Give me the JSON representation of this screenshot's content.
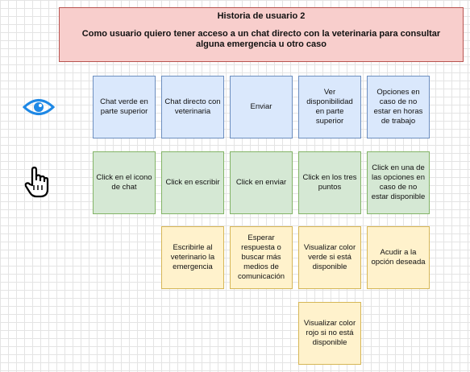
{
  "story": {
    "title": "Historia de usuario 2",
    "description": "Como usuario quiero tener acceso a un chat directo con la veterinaria para consultar alguna emergencia u otro caso"
  },
  "icons": {
    "view": "eye-icon",
    "click": "hand-pointer-icon"
  },
  "colors": {
    "header": "#f8cecc",
    "blue": "#dae8fc",
    "green": "#d5e8d4",
    "yellow": "#fff2cc",
    "eye": "#1e88e5"
  },
  "view_row": [
    "Chat verde en parte superior",
    "Chat directo con veterinaria",
    "Enviar",
    "Ver disponibilidad en parte superior",
    "Opciones en caso de no estar en horas de trabajo"
  ],
  "click_row": [
    "Click en el icono de chat",
    "Click en escribir",
    "Click en enviar",
    "Click en los tres puntos",
    "Click en una de las opciones en caso de no estar disponible"
  ],
  "result_row": [
    "Escribirle al veterinario la emergencia",
    "Esperar respuesta o buscar más medios de comunicación",
    "Visualizar color verde si está disponible",
    "Acudir a la opción deseada"
  ],
  "result_extra": "Visualizar color rojo si no está disponible"
}
